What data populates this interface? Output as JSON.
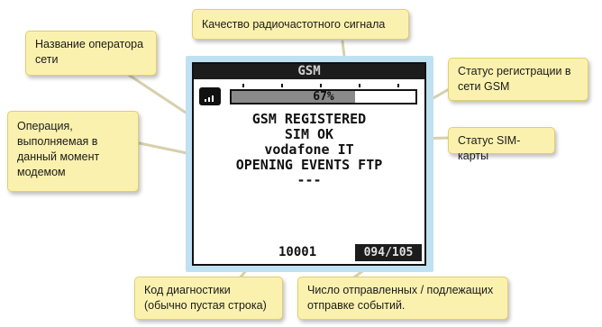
{
  "callouts": {
    "signal_quality": "Качество радиочастотного сигнала",
    "operator_name": "Название оператора\nсети",
    "registration_status": "Статус регистрации в\nсети GSM",
    "operation": "Операция,\nвыполняемая в\nданный момент\nмодемом",
    "sim_status": "Статус SIM-карты",
    "diagnostic_code": "Код диагностики\n(обычно пустая строка)",
    "events_count": "Число отправленных / подлежащих\nотправке событий."
  },
  "screen": {
    "title": "GSM",
    "signal_percent_label": "67%",
    "signal_level": 0.67,
    "lines": [
      "GSM REGISTERED",
      "SIM OK",
      "vodafone IT",
      "OPENING EVENTS FTP",
      "---"
    ],
    "diagnostic_code": "10001",
    "events_counter": "094/105"
  },
  "colors": {
    "callout_fill": "#fbf1ae",
    "frame": "#bfe1f1",
    "leader_line": "#d8d2b0"
  }
}
